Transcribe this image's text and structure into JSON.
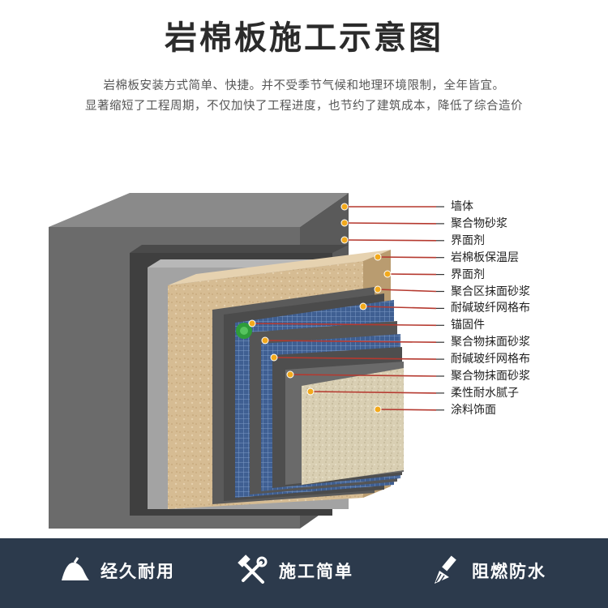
{
  "title": "岩棉板施工示意图",
  "description": [
    "岩棉板安装方式简单、快捷。并不受季节气候和地理环境限制，全年皆宜。",
    "显著缩短了工程周期，不仅加快了工程进度，也节约了建筑成本，降低了综合造价"
  ],
  "layers": [
    "墙体",
    "聚合物砂浆",
    "界面剂",
    "岩棉板保温层",
    "界面剂",
    "聚合区抹面砂浆",
    "耐碱玻纤网格布",
    "锚固件",
    "聚合物抹面砂浆",
    "耐碱玻纤网格布",
    "聚合物抹面砂浆",
    "柔性耐水腻子",
    "涂料饰面"
  ],
  "features": [
    {
      "label": "经久耐用",
      "icon": "layers-icon"
    },
    {
      "label": "施工简单",
      "icon": "hammer-wrench-icon"
    },
    {
      "label": "阻燃防水",
      "icon": "paint-brush-icon"
    }
  ],
  "colors": {
    "leader_line": "#b5392f",
    "marker_dot": "#f2a91c",
    "footer_bg": "#2c3a4c",
    "wall": "#6b6b6b",
    "rock_wool": "#d9bf97",
    "mesh": "#3f5f92",
    "anchor": "#2e9c3a",
    "finish": "#d8cfb4"
  }
}
